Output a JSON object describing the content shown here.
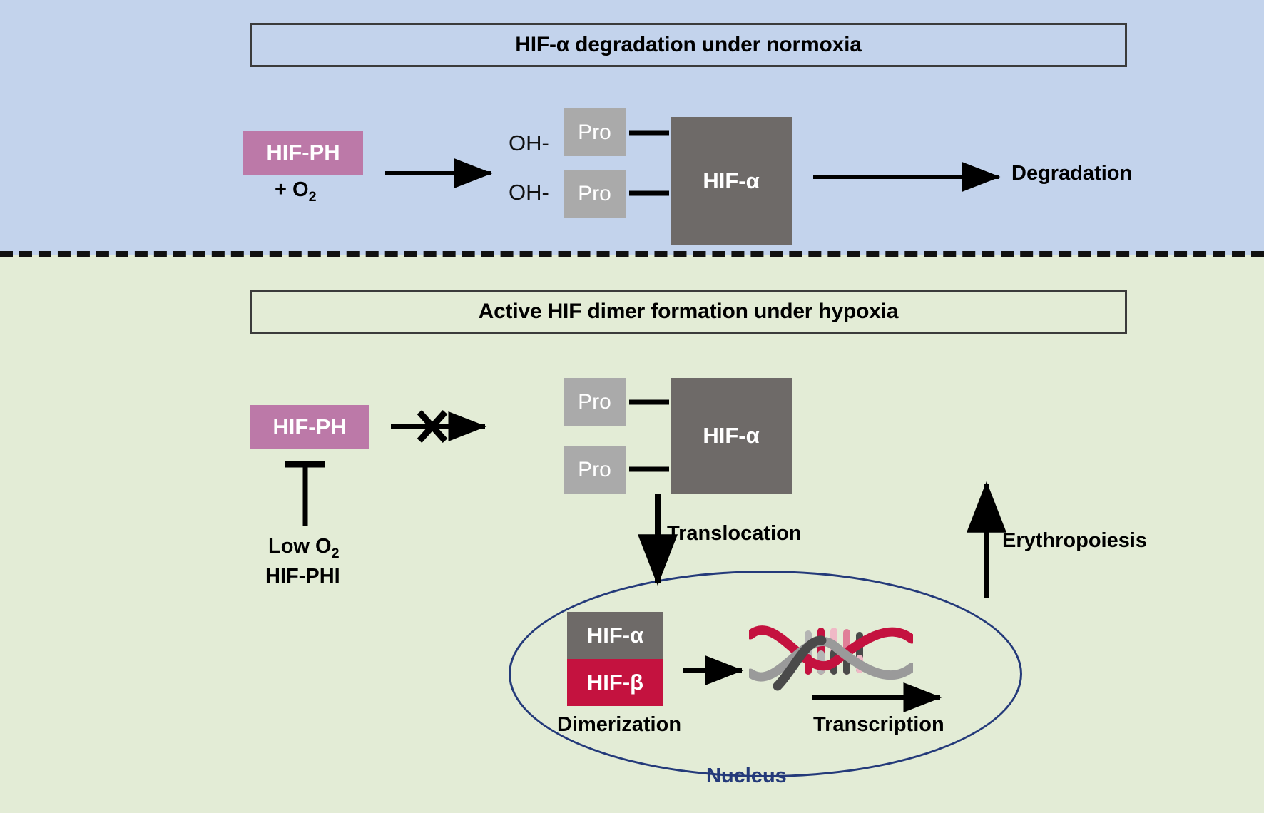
{
  "figure": {
    "title": "HIF pathway under normoxia and hypoxia",
    "colors": {
      "normoxia_background": "#c3d3ec",
      "hypoxia_background": "#e3ecd6",
      "hif_ph": "#bc79a8",
      "pro": "#aaaaaa",
      "hif_alpha": "#6e6a68",
      "hif_beta": "#c4123f",
      "nucleus_outline": "#243a7a",
      "arrow": "#000000"
    }
  },
  "normoxia": {
    "title": "HIF-α degradation under normoxia",
    "enzyme_box": "HIF-PH",
    "oxygen_label": "+ O",
    "oxygen_sub": "2",
    "hydroxyl_top": "OH-",
    "hydroxyl_bottom": "OH-",
    "pro_top": "Pro",
    "pro_bottom": "Pro",
    "hif_alpha": "HIF-α",
    "outcome": "Degradation"
  },
  "hypoxia": {
    "title": "Active HIF dimer formation under hypoxia",
    "enzyme_box": "HIF-PH",
    "inhibitor_line1": "Low O",
    "inhibitor_line1_sub": "2",
    "inhibitor_line2": "HIF-PHI",
    "blocked_marker": "X",
    "pro_top": "Pro",
    "pro_bottom": "Pro",
    "hif_alpha": "HIF-α",
    "translocation": "Translocation",
    "erythropoiesis": "Erythropoiesis",
    "nucleus": {
      "label": "Nucleus",
      "dimer_alpha": "HIF-α",
      "dimer_beta": "HIF-β",
      "dimerization": "Dimerization",
      "transcription": "Transcription",
      "dna_icon": "dna-double-helix"
    }
  }
}
